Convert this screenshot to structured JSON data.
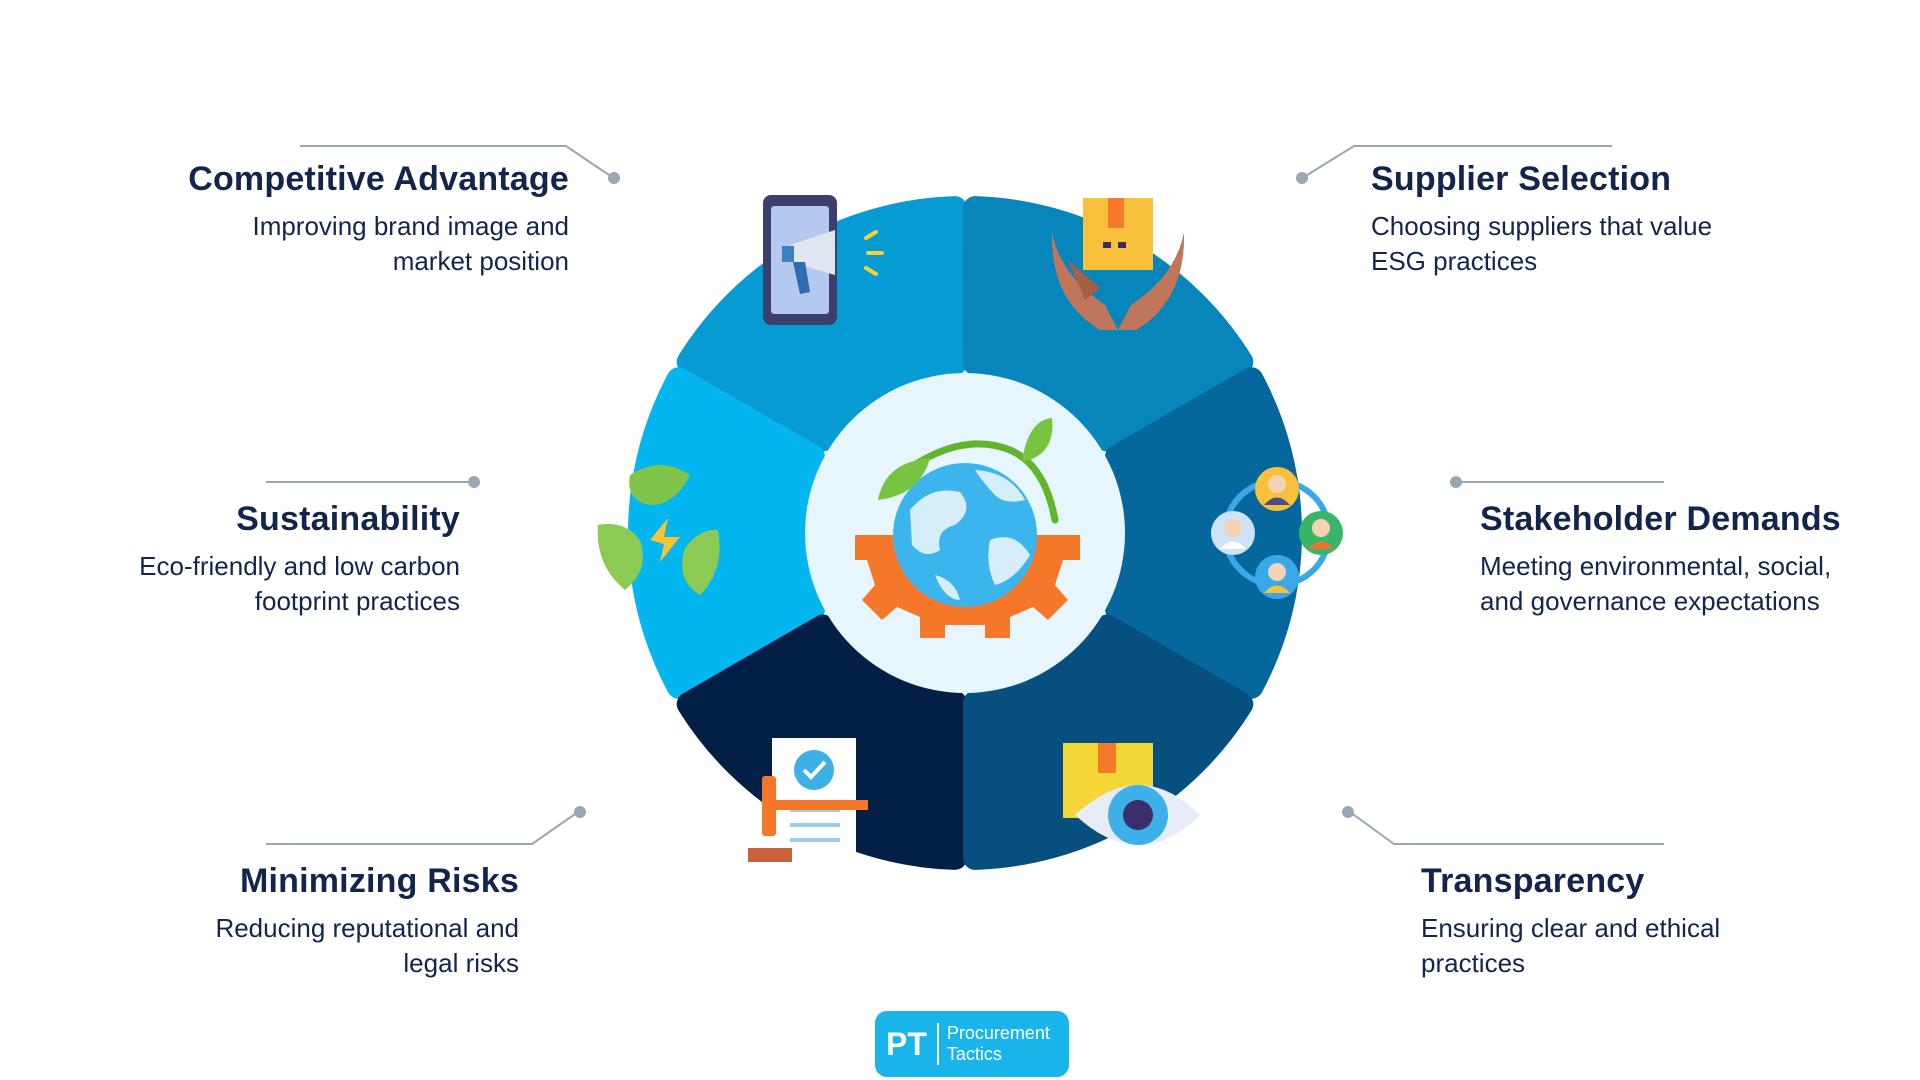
{
  "segments": [
    {
      "title": "Competitive Advantage",
      "lines": [
        "Improving brand image and",
        "market position"
      ],
      "color": "#079bd4",
      "icon": "megaphone-phone-icon"
    },
    {
      "title": "Supplier Selection",
      "lines": [
        "Choosing suppliers that value",
        "ESG practices"
      ],
      "color": "#0786bb",
      "icon": "hands-box-icon"
    },
    {
      "title": "Sustainability",
      "lines": [
        "Eco-friendly and low carbon",
        "footprint practices"
      ],
      "color": "#04b6ef",
      "icon": "recycle-leaves-icon"
    },
    {
      "title": "Stakeholder Demands",
      "lines": [
        "Meeting environmental, social,",
        "and governance expectations"
      ],
      "color": "#05679c",
      "icon": "stakeholder-network-icon"
    },
    {
      "title": "Minimizing Risks",
      "lines": [
        "Reducing reputational and",
        "legal risks"
      ],
      "color": "#041f45",
      "icon": "gavel-document-icon"
    },
    {
      "title": "Transparency",
      "lines": [
        "Ensuring clear and ethical",
        "practices"
      ],
      "color": "#074f7e",
      "icon": "eye-box-icon"
    }
  ],
  "center": {
    "icon": "globe-gear-icon",
    "background": "#e6f6fc"
  },
  "logo": {
    "initials": "PT",
    "line1": "Procurement",
    "line2": "Tactics",
    "color": "#18b4ea"
  }
}
